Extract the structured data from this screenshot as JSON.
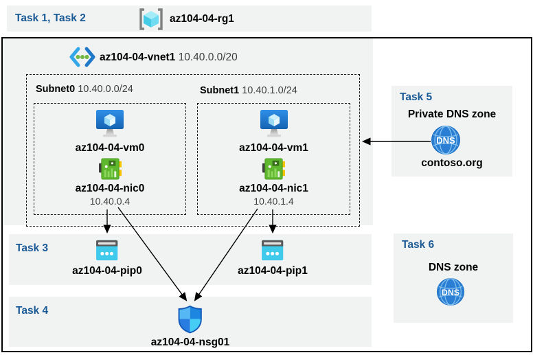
{
  "colors": {
    "task_label_blue": "#1a5a96",
    "panel_gray": "#f1f2f2",
    "diagram_border": "#000000",
    "vm_blue": "#2079d2",
    "nic_green": "#5fb72e",
    "pip_cyan": "#3fc9ea",
    "nsg_blue": "#1d86e0",
    "dns_blue": "#2a7fd4"
  },
  "header": {
    "tasks_label": "Task 1, Task 2",
    "resource_group_name": "az104-04-rg1"
  },
  "vnet": {
    "name": "az104-04-vnet1",
    "cidr": "10.40.0.0/20"
  },
  "subnets": [
    {
      "name": "Subnet0",
      "cidr": "10.40.0.0/24",
      "vm_name": "az104-04-vm0",
      "nic_name": "az104-04-nic0",
      "nic_ip": "10.40.0.4"
    },
    {
      "name": "Subnet1",
      "cidr": "10.40.1.0/24",
      "vm_name": "az104-04-vm1",
      "nic_name": "az104-04-nic1",
      "nic_ip": "10.40.1.4"
    }
  ],
  "task3": {
    "label": "Task 3",
    "pip0_name": "az104-04-pip0",
    "pip1_name": "az104-04-pip1"
  },
  "task4": {
    "label": "Task 4",
    "nsg_name": "az104-04-nsg01"
  },
  "task5": {
    "label": "Task 5",
    "title": "Private DNS zone",
    "zone_name": "contoso.org",
    "dns_icon_text": "DNS"
  },
  "task6": {
    "label": "Task 6",
    "title": "DNS zone",
    "dns_icon_text": "DNS"
  },
  "icons": {
    "resource_group": "resource-group-icon",
    "virtual_network": "vnet-icon",
    "virtual_machine": "vm-icon",
    "network_interface": "nic-icon",
    "public_ip": "public-ip-icon",
    "network_security_group": "nsg-shield-icon",
    "dns_zone": "dns-globe-icon"
  }
}
